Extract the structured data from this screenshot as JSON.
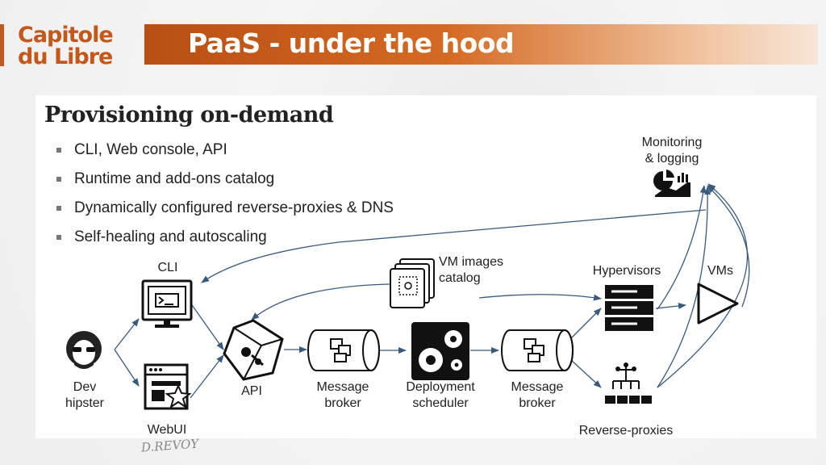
{
  "slide": {
    "title": "PaaS - under the hood",
    "logo_line1": "Capitole",
    "logo_line2": "du Libre",
    "heading": "Provisioning on-demand",
    "bullets": [
      "CLI, Web console, API",
      "Runtime and add-ons catalog",
      "Dynamically configured reverse-proxies & DNS",
      "Self-healing and autoscaling"
    ],
    "signature": "D.REVOY"
  },
  "diagram": {
    "nodes": {
      "dev": "Dev\nhipster",
      "cli": "CLI",
      "webui": "WebUI",
      "api": "API",
      "broker1": "Message\nbroker",
      "scheduler": "Deployment\nscheduler",
      "broker2": "Message\nbroker",
      "vm_catalog": "VM images\ncatalog",
      "hypervisors": "Hypervisors",
      "vms": "VMs",
      "monitoring": "Monitoring\n& logging",
      "proxies": "Reverse-proxies"
    },
    "icons": {
      "dev": "hipster-avatar-icon",
      "cli": "terminal-monitor-icon",
      "webui": "web-window-star-icon",
      "api": "cube-plug-icon",
      "broker": "message-queue-icon",
      "scheduler": "gears-icon",
      "vm_catalog": "image-folder-icon",
      "hypervisors": "server-rack-icon",
      "vms": "play-icon",
      "monitoring": "chart-dashboard-icon",
      "proxies": "network-switch-icon"
    },
    "colors": {
      "arrow": "#3a5a7c",
      "brand": "#c4571a"
    }
  }
}
